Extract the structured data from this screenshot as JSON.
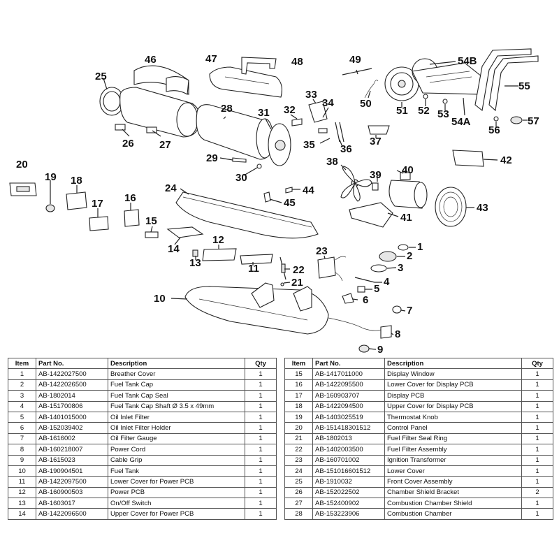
{
  "callouts": [
    "1",
    "2",
    "3",
    "4",
    "5",
    "6",
    "7",
    "8",
    "9",
    "10",
    "11",
    "12",
    "13",
    "14",
    "15",
    "16",
    "17",
    "18",
    "19",
    "20",
    "21",
    "22",
    "23",
    "24",
    "25",
    "26",
    "27",
    "28",
    "29",
    "30",
    "31",
    "32",
    "33",
    "34",
    "35",
    "36",
    "37",
    "38",
    "39",
    "40",
    "41",
    "42",
    "43",
    "44",
    "45",
    "46",
    "47",
    "48",
    "49",
    "50",
    "51",
    "52",
    "53",
    "54A",
    "54B",
    "55",
    "56",
    "57"
  ],
  "table_headers": {
    "item": "Item",
    "part_no": "Part No.",
    "description": "Description",
    "qty": "Qty"
  },
  "table_left": [
    {
      "item": "1",
      "part": "AB-1422027500",
      "desc": "Breather Cover",
      "qty": "1"
    },
    {
      "item": "2",
      "part": "AB-1422026500",
      "desc": "Fuel Tank Cap",
      "qty": "1"
    },
    {
      "item": "3",
      "part": "AB-1802014",
      "desc": "Fuel Tank Cap Seal",
      "qty": "1"
    },
    {
      "item": "4",
      "part": "AB-151700806",
      "desc": "Fuel Tank Cap Shaft Ø 3.5 x 49mm",
      "qty": "1"
    },
    {
      "item": "5",
      "part": "AB-1401015000",
      "desc": "Oil Inlet Filter",
      "qty": "1"
    },
    {
      "item": "6",
      "part": "AB-152039402",
      "desc": "Oil Inlet Filter Holder",
      "qty": "1"
    },
    {
      "item": "7",
      "part": "AB-1616002",
      "desc": "Oil Filter Gauge",
      "qty": "1"
    },
    {
      "item": "8",
      "part": "AB-160218007",
      "desc": "Power Cord",
      "qty": "1"
    },
    {
      "item": "9",
      "part": "AB-1615023",
      "desc": "Cable Grip",
      "qty": "1"
    },
    {
      "item": "10",
      "part": "AB-190904501",
      "desc": "Fuel Tank",
      "qty": "1"
    },
    {
      "item": "11",
      "part": "AB-1422097500",
      "desc": "Lower Cover for Power PCB",
      "qty": "1"
    },
    {
      "item": "12",
      "part": "AB-160900503",
      "desc": "Power PCB",
      "qty": "1"
    },
    {
      "item": "13",
      "part": "AB-1603017",
      "desc": "On/Off Switch",
      "qty": "1"
    },
    {
      "item": "14",
      "part": "AB-1422096500",
      "desc": "Upper Cover for Power PCB",
      "qty": "1"
    }
  ],
  "table_right": [
    {
      "item": "15",
      "part": "AB-1417011000",
      "desc": "Display Window",
      "qty": "1"
    },
    {
      "item": "16",
      "part": "AB-1422095500",
      "desc": "Lower Cover for Display PCB",
      "qty": "1"
    },
    {
      "item": "17",
      "part": "AB-160903707",
      "desc": "Display PCB",
      "qty": "1"
    },
    {
      "item": "18",
      "part": "AB-1422094500",
      "desc": "Upper Cover for Display PCB",
      "qty": "1"
    },
    {
      "item": "19",
      "part": "AB-1403025519",
      "desc": "Thermostat Knob",
      "qty": "1"
    },
    {
      "item": "20",
      "part": "AB-151418301512",
      "desc": "Control Panel",
      "qty": "1"
    },
    {
      "item": "21",
      "part": "AB-1802013",
      "desc": "Fuel Filter Seal Ring",
      "qty": "1"
    },
    {
      "item": "22",
      "part": "AB-1402003500",
      "desc": "Fuel Filter Assembly",
      "qty": "1"
    },
    {
      "item": "23",
      "part": "AB-160701002",
      "desc": "Ignition Transformer",
      "qty": "1"
    },
    {
      "item": "24",
      "part": "AB-151016601512",
      "desc": "Lower Cover",
      "qty": "1"
    },
    {
      "item": "25",
      "part": "AB-1910032",
      "desc": "Front Cover Assembly",
      "qty": "1"
    },
    {
      "item": "26",
      "part": "AB-152022502",
      "desc": "Chamber Shield Bracket",
      "qty": "2"
    },
    {
      "item": "27",
      "part": "AB-152400902",
      "desc": "Combustion Chamber Shield",
      "qty": "1"
    },
    {
      "item": "28",
      "part": "AB-153223906",
      "desc": "Combustion Chamber",
      "qty": "1"
    }
  ]
}
